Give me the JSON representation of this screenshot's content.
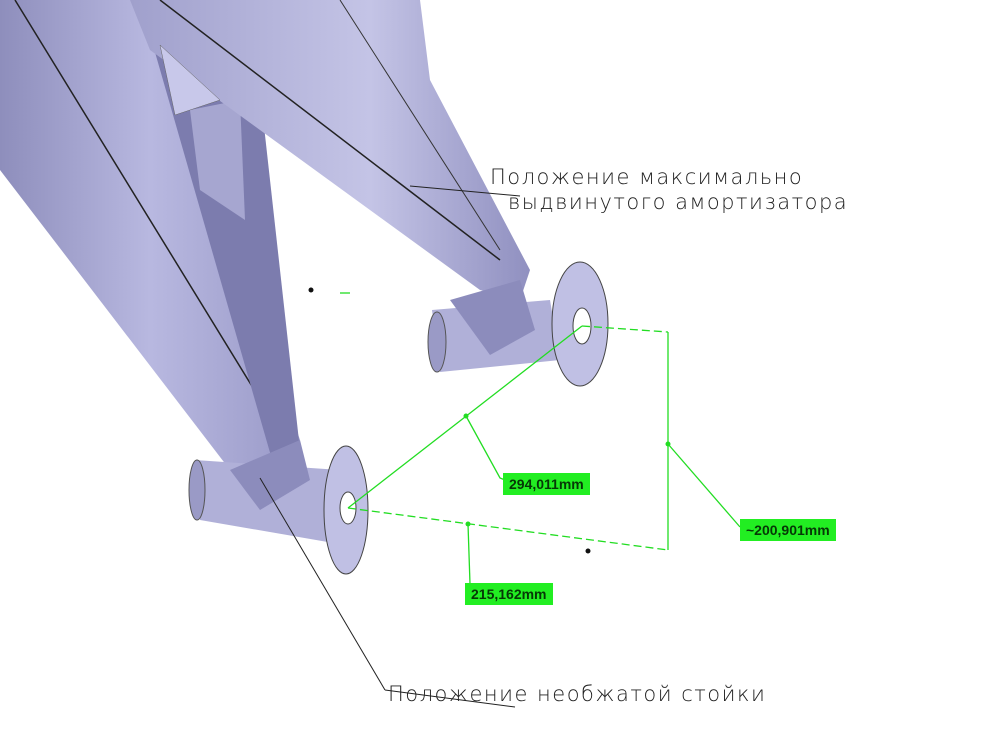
{
  "annotations": {
    "extended_shock": [
      "Положение максимально",
      "выдвинутого амортизатора"
    ],
    "uncompressed_strut": "Положение необжатой стойки"
  },
  "dimensions": {
    "diagonal": "294,011mm",
    "horizontal": "215,162mm",
    "vertical": "~200,901mm"
  },
  "colors": {
    "part": "#a8a8d4",
    "dimension": "#22ee22",
    "background": "#ffffff"
  }
}
